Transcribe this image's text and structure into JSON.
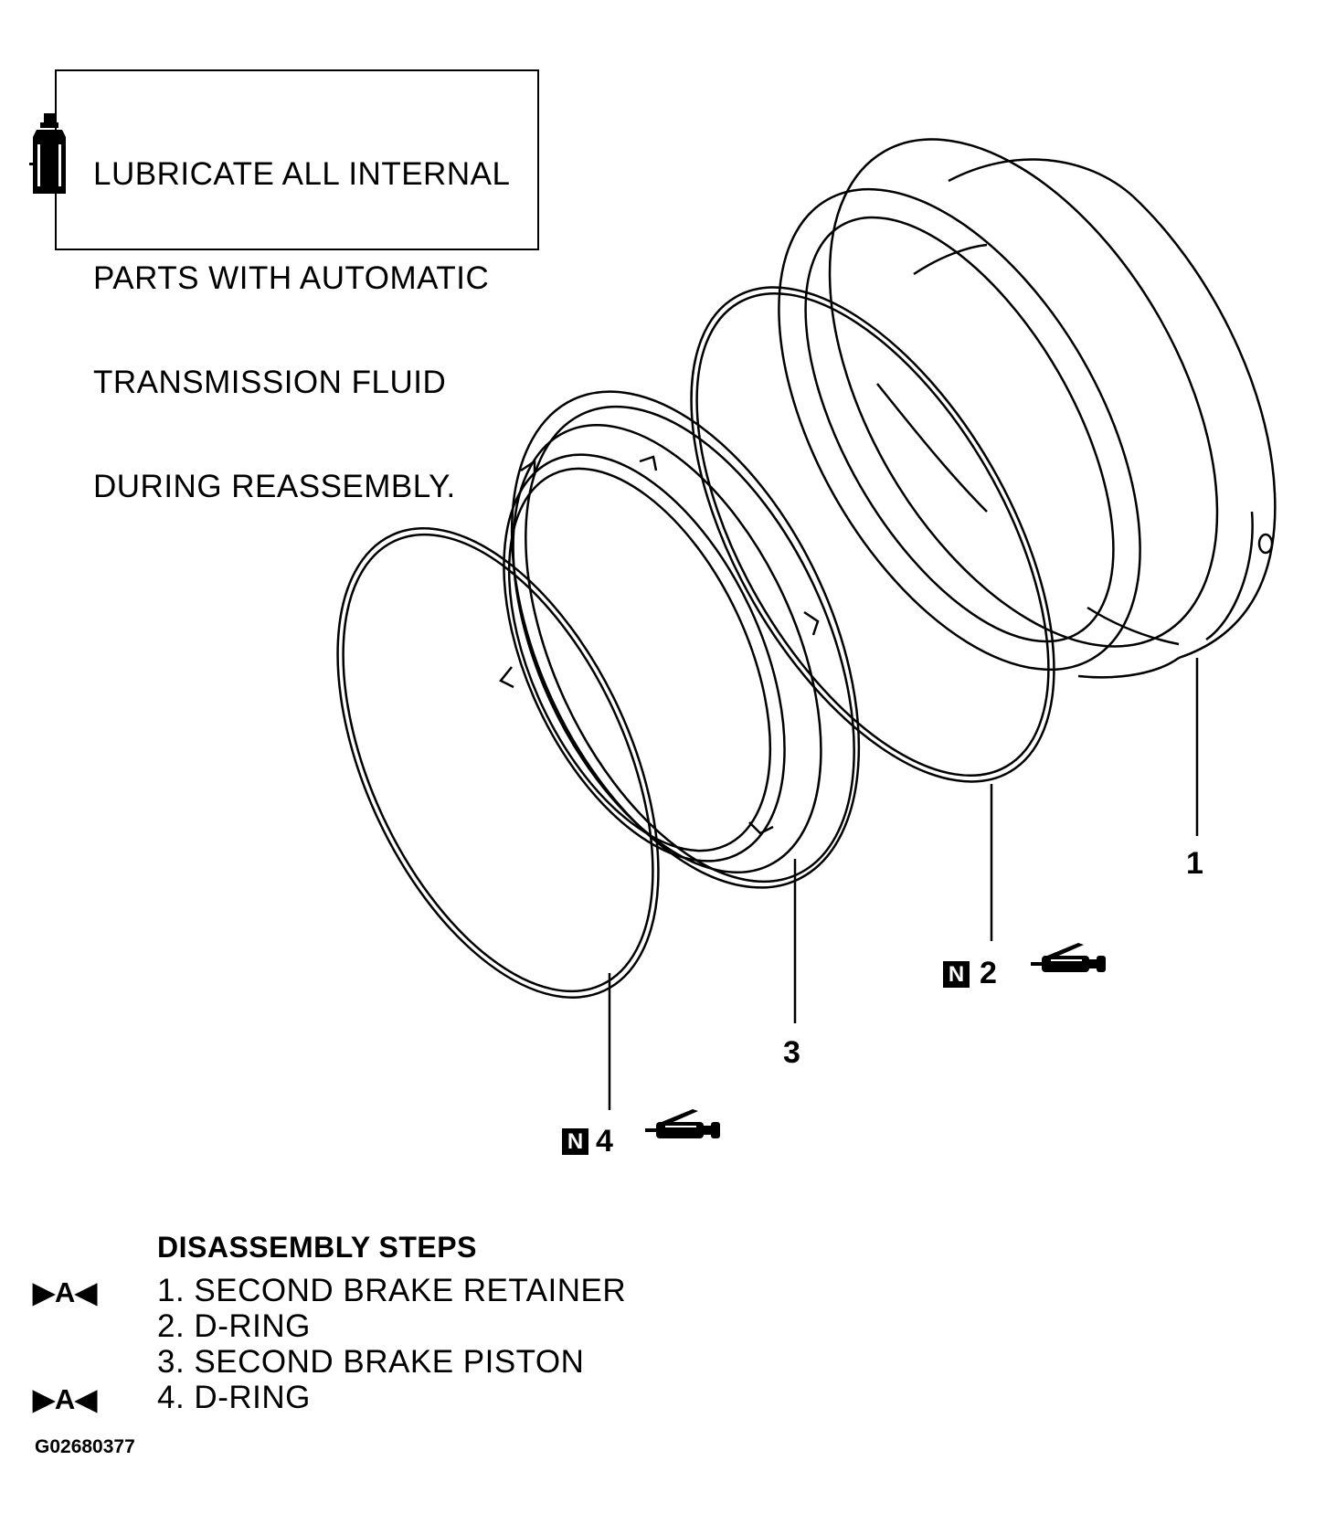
{
  "note": {
    "lines": [
      "LUBRICATE ALL INTERNAL",
      "PARTS WITH AUTOMATIC",
      "TRANSMISSION FLUID",
      "DURING REASSEMBLY."
    ],
    "icon": "fluid-bottle-icon"
  },
  "callouts": {
    "part1": "1",
    "part2": "2",
    "part3": "3",
    "part4": "4",
    "badge": "N",
    "lubricant_icon": "grease-gun-icon"
  },
  "steps": {
    "title": "DISASSEMBLY STEPS",
    "items": [
      "1. SECOND BRAKE RETAINER",
      "2. D-RING",
      "3. SECOND BRAKE PISTON",
      "4. D-RING"
    ],
    "marker": "▶A◀"
  },
  "figure_id": "G02680377"
}
